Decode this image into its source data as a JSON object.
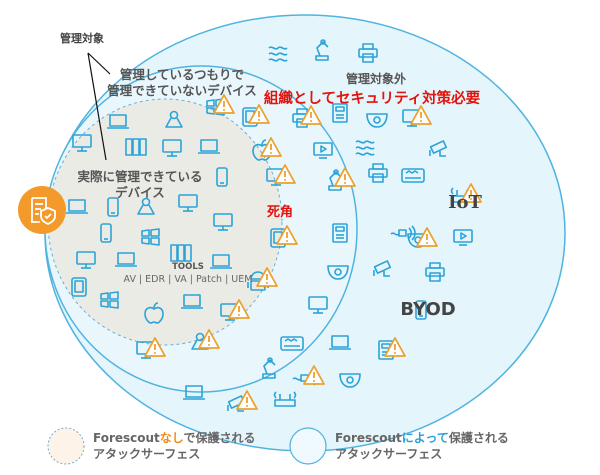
{
  "labels": {
    "managed_target": "管理対象",
    "assumed_managed_line1": "管理しているつもりで",
    "assumed_managed_line2": "管理できていないデバイス",
    "out_of_scope": "管理対象外",
    "org_security_needed": "組織としてセキュリティ対策必要",
    "actually_managed_line1": "実際に管理できている",
    "actually_managed_line2": "デバイス",
    "blind_spot": "死角",
    "iot": "IoT",
    "byod": "BYOD",
    "tools_title": "TOOLS",
    "tools_list": "AV | EDR | VA | Patch | UEM"
  },
  "legend": [
    {
      "prefix": "Forescout",
      "highlight": "なし",
      "suffix": "で保護される",
      "line2": "アタックサーフェス",
      "highlight_color": "#f08c1a"
    },
    {
      "prefix": "Forescout",
      "highlight": "によって",
      "suffix": "保護される",
      "line2": "アタックサーフェス",
      "highlight_color": "#2a9fd8"
    }
  ],
  "colors": {
    "icon": "#2ba3d8",
    "warning": "#eba12e",
    "outer_fill": "#e5f5fc",
    "circle_stroke": "#4fb3e0",
    "inner_fill": "#ebebe6",
    "badge": "#f39a2b",
    "alert_text": "#e3120b"
  }
}
